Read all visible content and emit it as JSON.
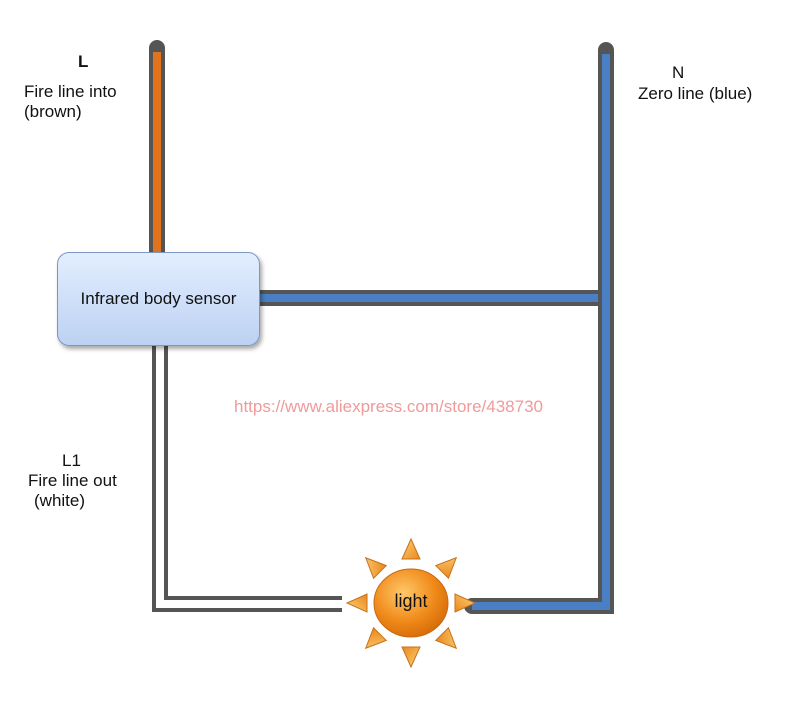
{
  "labels": {
    "l_title": "L",
    "l_line1": "Fire line into",
    "l_line2": "(brown)",
    "n_title": "N",
    "n_line1": "Zero line (blue)",
    "l1_title": "L1",
    "l1_line1": "Fire line out",
    "l1_line2": "(white)"
  },
  "sensor": {
    "label": "Infrared body sensor"
  },
  "light": {
    "label": "light"
  },
  "watermark": "https://www.aliexpress.com/store/438730",
  "colors": {
    "brown_wire": "#e0731c",
    "blue_wire": "#4a7fc4",
    "white_wire": "#ffffff",
    "wire_outline": "#5a5a5a",
    "sun_body": "#f08a1a",
    "sun_ray": "#f5a630"
  }
}
